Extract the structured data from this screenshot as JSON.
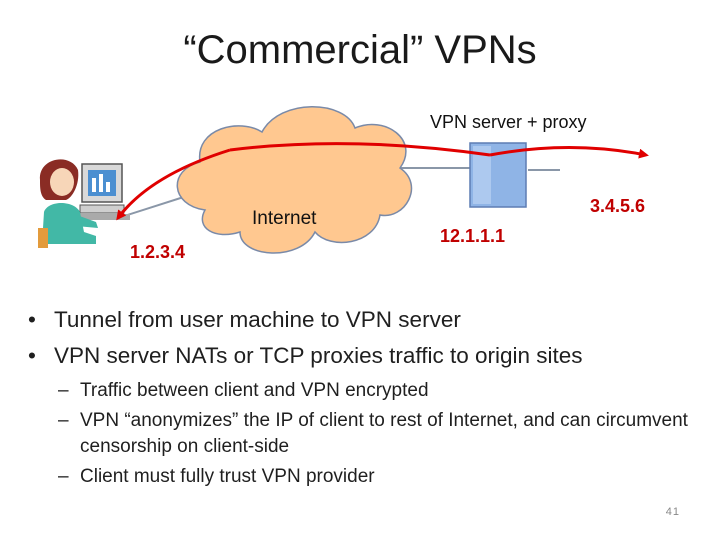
{
  "title": "“Commercial” VPNs",
  "diagram": {
    "server_label": "VPN server + proxy",
    "cloud_label": "Internet",
    "client_ip": "1.2.3.4",
    "server_inner_ip": "12.1.1.1",
    "server_outer_ip": "3.4.5.6",
    "colors": {
      "cloud_fill": "#ffc890",
      "server_fill": "#8fb4e6",
      "arrow": "#e00000",
      "ip_text": "#c00000"
    }
  },
  "bullets": [
    {
      "text": "Tunnel from user machine to VPN server"
    },
    {
      "text": "VPN server NATs or TCP proxies traffic to origin sites"
    }
  ],
  "sub_bullets": [
    {
      "text": "Traffic between client and VPN encrypted"
    },
    {
      "text": "VPN “anonymizes” the IP of client to rest of Internet, and can circumvent censorship on client-side"
    },
    {
      "text": "Client must fully trust VPN provider"
    }
  ],
  "page_number": "41"
}
